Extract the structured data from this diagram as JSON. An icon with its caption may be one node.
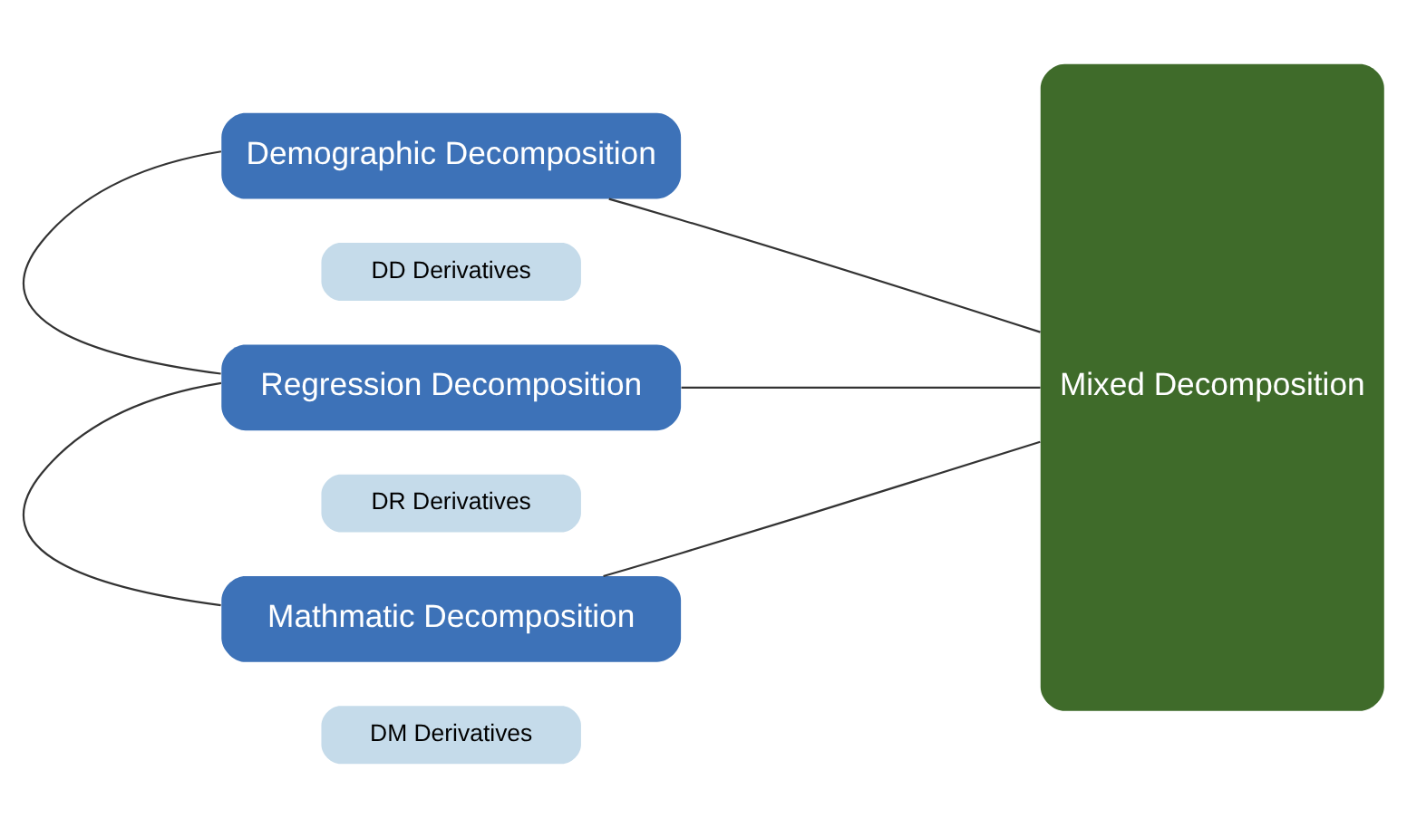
{
  "diagram": {
    "nodes": [
      {
        "text": [
          "Demographic Decomposition"
        ]
      },
      {
        "text": [
          "DD Derivatives"
        ]
      },
      {
        "text": [
          "Regression Decomposition"
        ]
      },
      {
        "text": [
          "DR Derivatives"
        ]
      },
      {
        "text": [
          "Mathmatic Decomposition"
        ]
      },
      {
        "text": [
          "DM Derivatives"
        ]
      },
      {
        "text": [
          "Mixed Decomposition"
        ]
      }
    ],
    "edges": [
      {
        "from": 0,
        "to": 6,
        "arrow": "none"
      },
      {
        "from": 2,
        "to": 6,
        "arrow": "none"
      },
      {
        "from": 4,
        "to": 6,
        "arrow": "none"
      },
      {
        "from": 0,
        "to": 2,
        "arrow": "none"
      },
      {
        "from": 2,
        "to": 4,
        "arrow": "none"
      }
    ]
  }
}
